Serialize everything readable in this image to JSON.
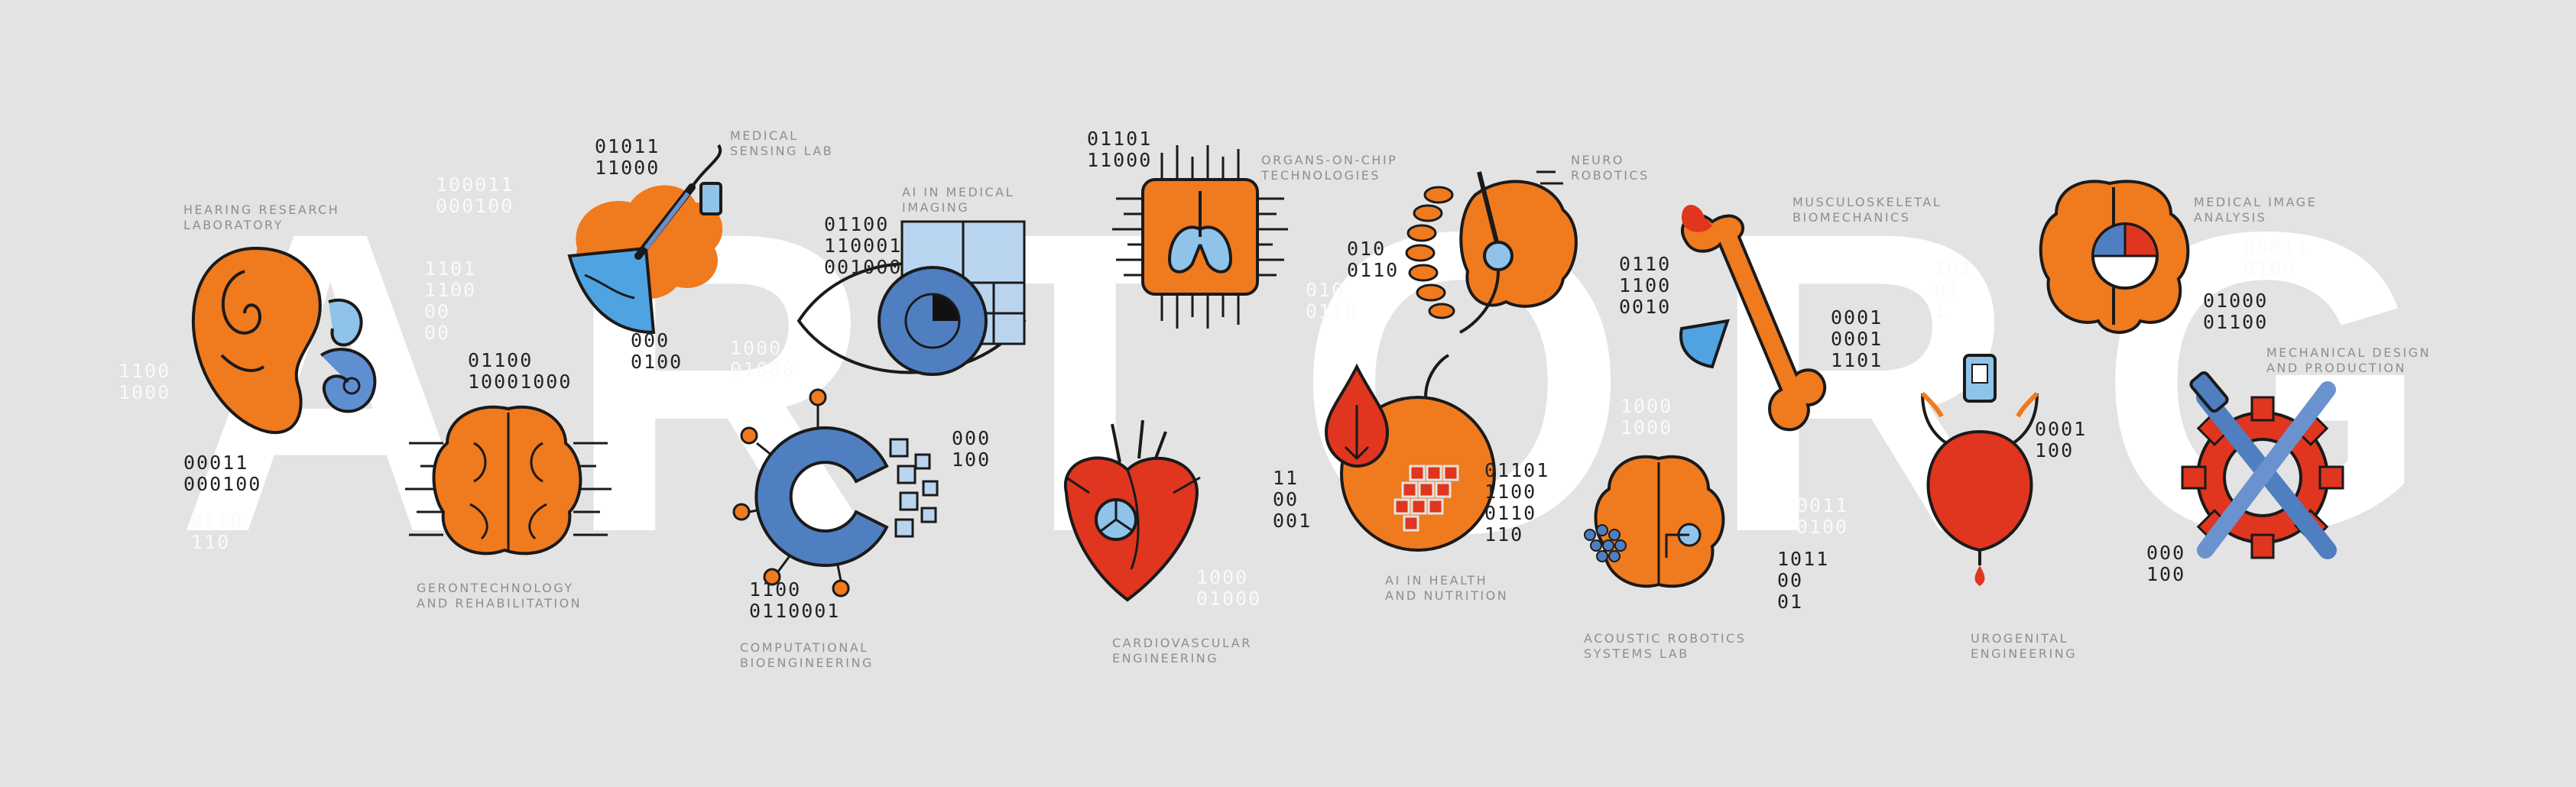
{
  "brand": {
    "letters": [
      "A",
      "R",
      "T",
      "O",
      "R",
      "G"
    ],
    "colors": {
      "background": "#e3e3e3",
      "orange": "#f07a1e",
      "red": "#e0351f",
      "blue": "#4f7fc0",
      "light_blue": "#8fc3ea",
      "line": "#1a1a1a"
    }
  },
  "labs": [
    {
      "name": "HEARING RESEARCH\nLABORATORY",
      "icon": "ear-icon"
    },
    {
      "name": "MEDICAL\nSENSING LAB",
      "icon": "sensor-brain-icon"
    },
    {
      "name": "AI IN MEDICAL\nIMAGING",
      "icon": "eye-icon"
    },
    {
      "name": "ORGANS-ON-CHIP\nTECHNOLOGIES",
      "icon": "chip-lungs-icon"
    },
    {
      "name": "NEURO\nROBOTICS",
      "icon": "spine-brain-icon"
    },
    {
      "name": "MUSCULOSKELETAL\nBIOMECHANICS",
      "icon": "bone-icon"
    },
    {
      "name": "MEDICAL IMAGE\nANALYSIS",
      "icon": "brain-chart-icon"
    },
    {
      "name": "MECHANICAL DESIGN\nAND PRODUCTION",
      "icon": "gear-tools-icon"
    },
    {
      "name": "GERONTECHNOLOGY\nAND REHABILITATION",
      "icon": "brain-circuit-icon"
    },
    {
      "name": "COMPUTATIONAL\nBIOENGINEERING",
      "icon": "c-gear-icon"
    },
    {
      "name": "CARDIOVASCULAR\nENGINEERING",
      "icon": "heart-icon"
    },
    {
      "name": "AI IN HEALTH\nAND NUTRITION",
      "icon": "apple-icon"
    },
    {
      "name": "ACOUSTIC ROBOTICS\nSYSTEMS LAB",
      "icon": "brain-waves-icon"
    },
    {
      "name": "UROGENITAL\nENGINEERING",
      "icon": "bladder-icon"
    }
  ],
  "binary": {
    "b01": "01011\n11000",
    "b02": "100011\n000100",
    "b03": "01100\n110001\n001000",
    "b04": "01101\n11000",
    "b05": "010\n0110",
    "b06": "0110\n1100\n0010",
    "b07": "0001\n0001\n1101",
    "b08": "1100\n1000",
    "b09": "1101\n1100\n00\n00",
    "b10": "000\n0100",
    "b11": "1000\n01000",
    "b12": "01100\n10001000",
    "b13": "00011\n000100",
    "b14": "0110\n110",
    "b15": "000\n100",
    "b16": "1100\n0110001",
    "b17": "010\n0110",
    "b18": "1000\n01000",
    "b19": "11\n00\n001",
    "b20": "01101\n1100\n0110\n110",
    "b21": "1011\n00\n01",
    "b22": "1000\n1000",
    "b23": "0011\n0100",
    "b24": "0001\n100",
    "b25": "01000\n01100",
    "b26": "000\n100",
    "b27": "00011\n0100",
    "b28": "101\n01\n1"
  }
}
